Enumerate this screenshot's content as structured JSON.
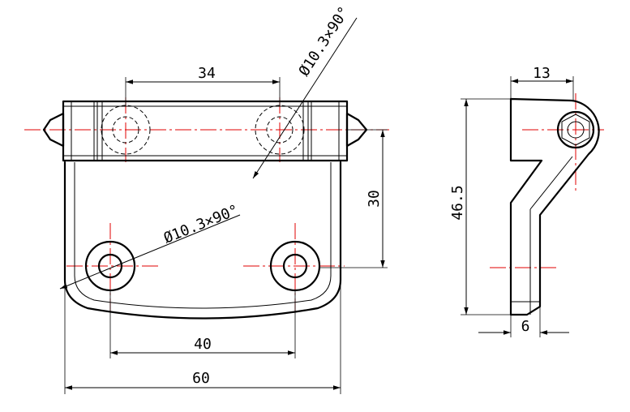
{
  "views": {
    "front": {
      "dimensions": {
        "hinge_hole_spacing": "34",
        "hinge_hole_callout": "Ø10.3×90°",
        "leaf_height": "30",
        "leaf_hole_callout": "Ø10.3×90°",
        "leaf_hole_spacing": "40",
        "overall_width": "60"
      }
    },
    "side": {
      "dimensions": {
        "knuckle_width": "13",
        "overall_height": "46.5",
        "leaf_thickness": "6"
      }
    }
  },
  "colors": {
    "outline": "#000000",
    "centerline": "#e00000",
    "background": "#ffffff"
  }
}
